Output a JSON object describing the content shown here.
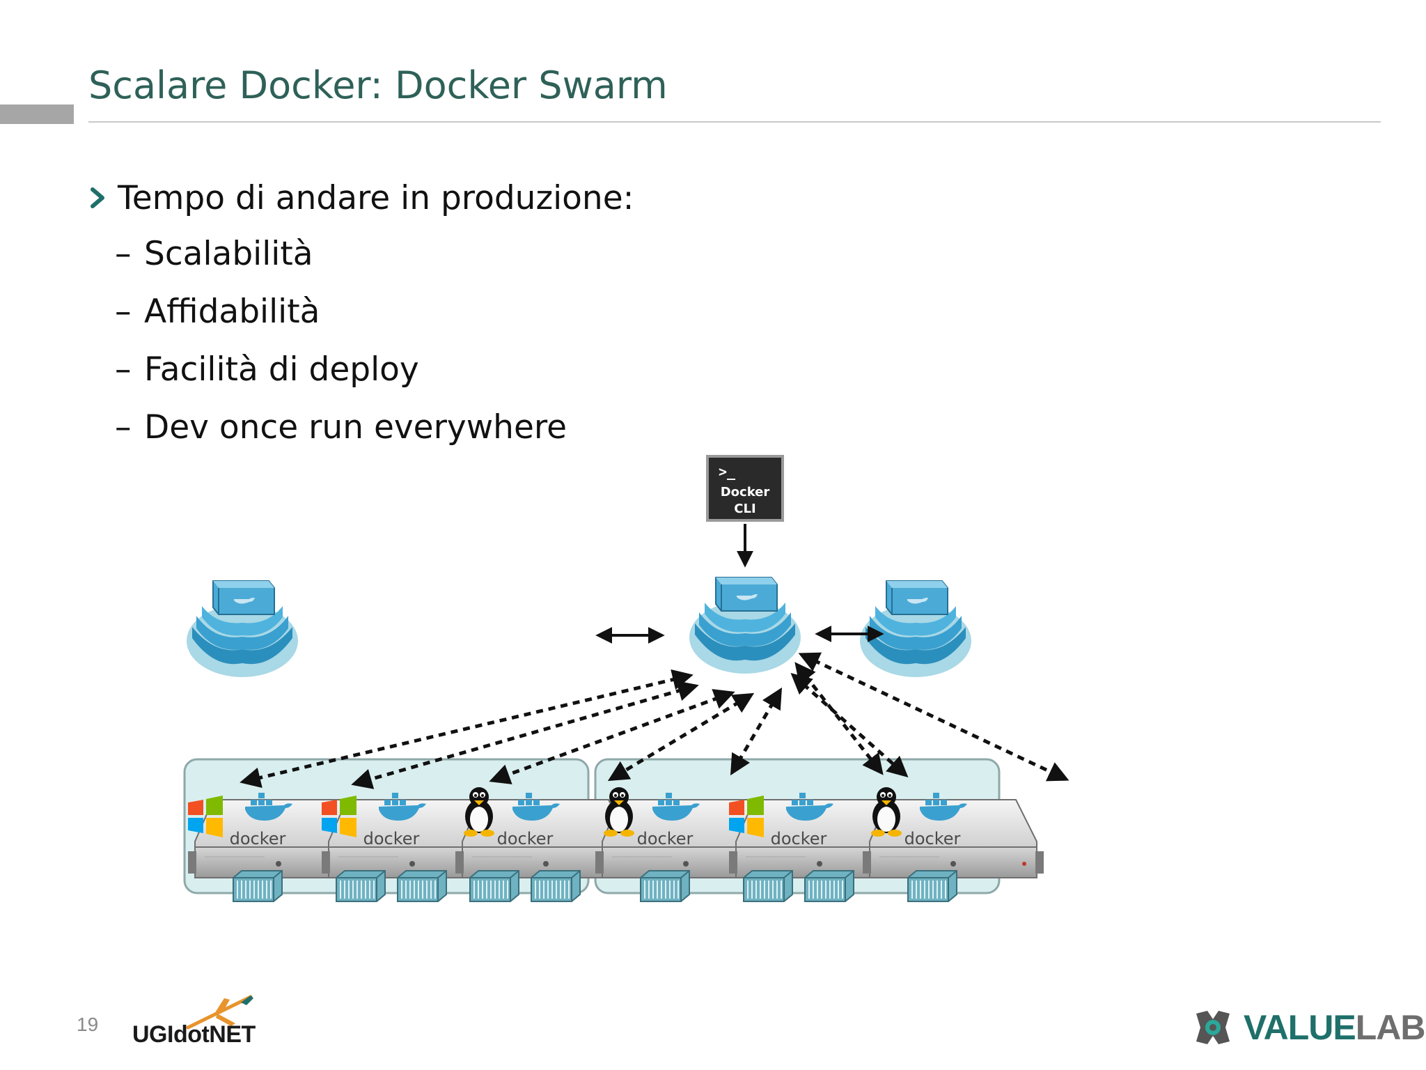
{
  "slide": {
    "title": "Scalare Docker: Docker Swarm",
    "page_number": "19"
  },
  "content": {
    "main_bullet": "Tempo di andare in produzione:",
    "sub_items": [
      {
        "dash": "–",
        "text": "Scalabilità"
      },
      {
        "dash": "–",
        "text": "Affidabilità"
      },
      {
        "dash": "–",
        "text": "Facilità di deploy"
      },
      {
        "dash": "–",
        "text": "Dev once run everywhere"
      }
    ]
  },
  "diagram": {
    "cli_box": {
      "prompt": ">_",
      "line1": "Docker",
      "line2": "CLI"
    },
    "host_label": "docker",
    "hosts": [
      {
        "os": "windows-logo-icon",
        "containers": 1
      },
      {
        "os": "windows-logo-icon",
        "containers": 2
      },
      {
        "os": "linux-tux-icon",
        "containers": 2
      },
      {
        "os": "linux-tux-icon",
        "containers": 1
      },
      {
        "os": "windows-logo-icon",
        "containers": 2
      },
      {
        "os": "linux-tux-icon",
        "containers": 1
      }
    ],
    "managers": 3
  },
  "footer": {
    "left_logo": "UGIdotNET",
    "right_logo_part1": "VALUE",
    "right_logo_part2": "LAB"
  },
  "colors": {
    "title": "#2e6158",
    "bullet_chevron": "#1f6f6a",
    "cluster_fill": "#d9eeef",
    "docker_blue": "#3aa0cf"
  }
}
